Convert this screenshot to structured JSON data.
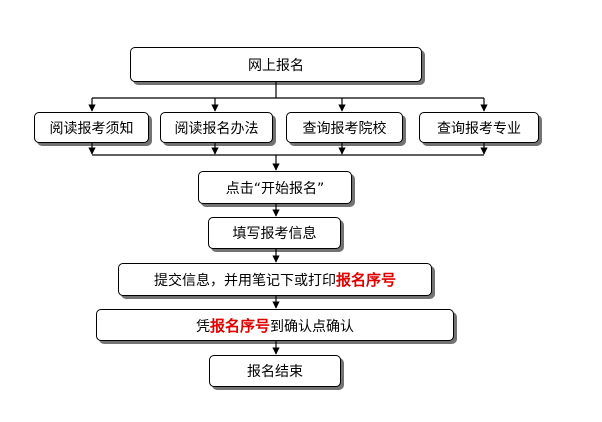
{
  "flow": {
    "top": "网上报名",
    "options": [
      "阅读报考须知",
      "阅读报名办法",
      "查询报考院校",
      "查询报考专业"
    ],
    "start": "点击“开始报名”",
    "fill": "填写报考信息",
    "submit": {
      "before": "提交信息，并用笔记下或打印",
      "highlight": "报名序号"
    },
    "confirm": {
      "before": "凭",
      "highlight": "报名序号",
      "after": "到确认点确认"
    },
    "end": "报名结束"
  }
}
